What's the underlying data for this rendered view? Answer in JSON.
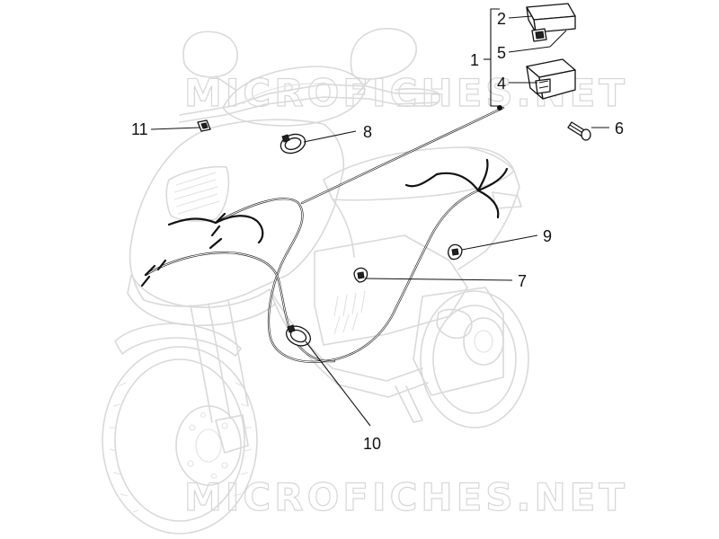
{
  "callouts": {
    "c1": "1",
    "c2": "2",
    "c4": "4",
    "c5": "5",
    "c6": "6",
    "c7": "7",
    "c8": "8",
    "c9": "9",
    "c10": "10",
    "c11": "11"
  },
  "watermark": {
    "top": "MICROFICHES.NET",
    "bottom": "MICROFICHES.NET"
  },
  "colors": {
    "line": "#111111",
    "ghost": "#d9d9d9"
  }
}
